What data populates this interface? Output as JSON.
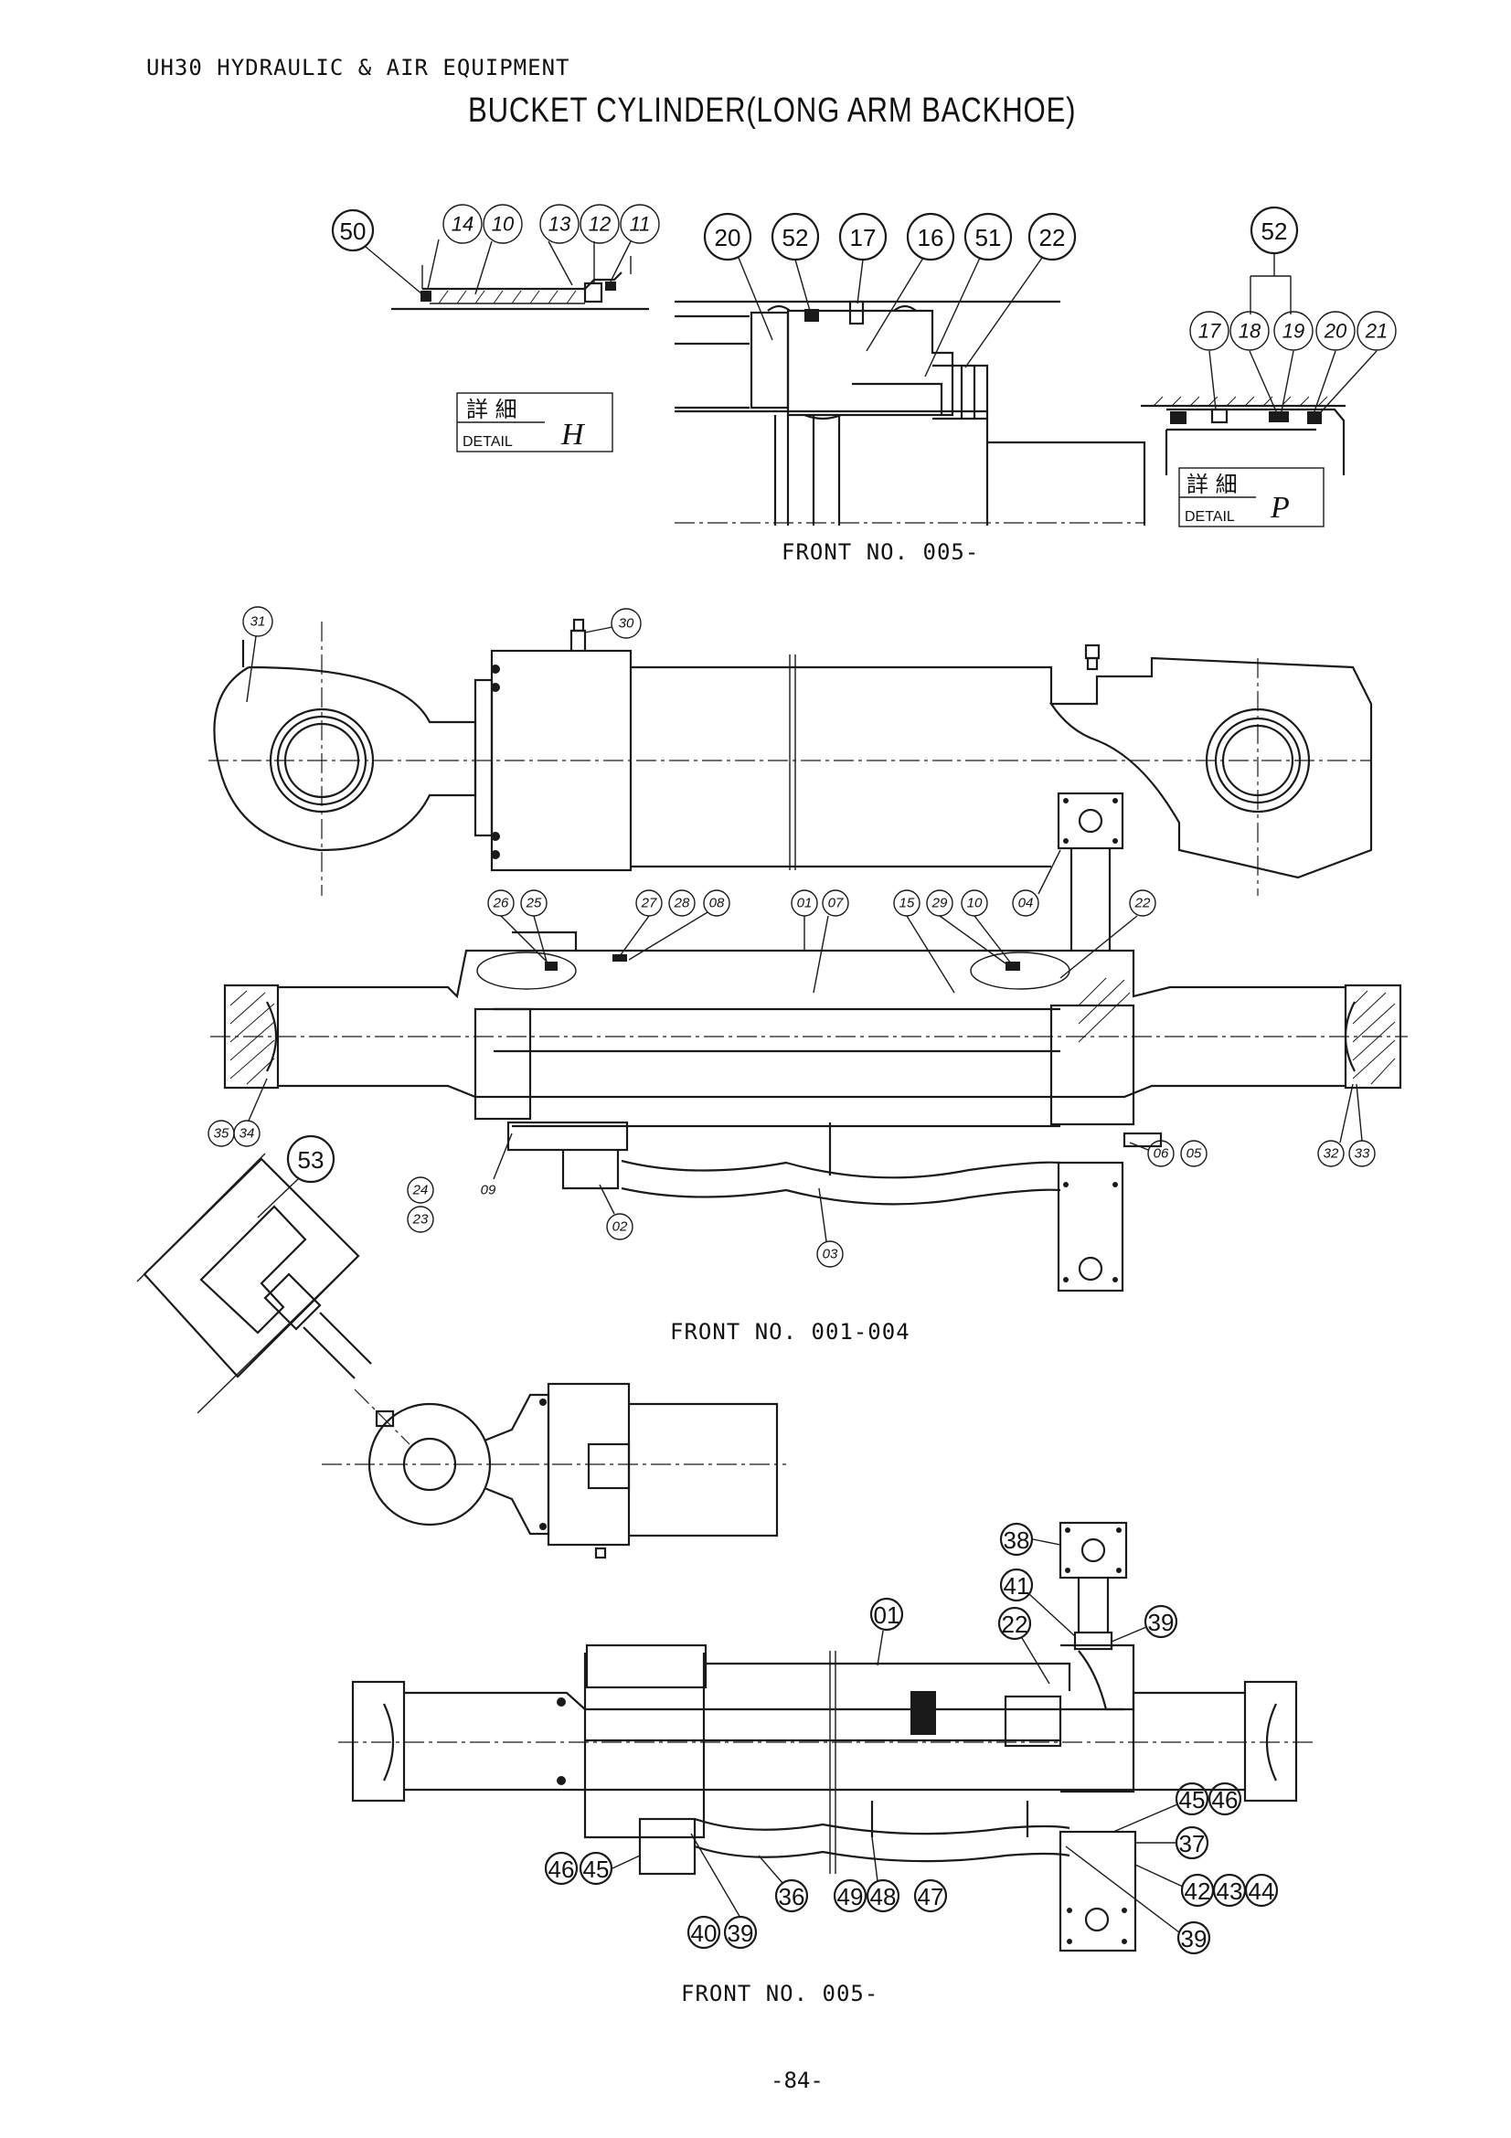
{
  "header": {
    "subtitle": "UH30 HYDRAULIC & AIR EQUIPMENT",
    "title": "BUCKET CYLINDER(LONG ARM BACKHOE)"
  },
  "details": {
    "h": {
      "kanji": "詳 細",
      "word": "DETAIL",
      "letter": "H"
    },
    "p": {
      "kanji": "詳 細",
      "word": "DETAIL",
      "letter": "P"
    }
  },
  "callouts": {
    "detail_h": [
      "50",
      "14",
      "10",
      "13",
      "12",
      "11"
    ],
    "rod_gland": [
      "20",
      "52",
      "17",
      "16",
      "51",
      "22"
    ],
    "detail_p_top": "52",
    "detail_p": [
      "17",
      "18",
      "19",
      "20",
      "21"
    ],
    "assembly_001_004": [
      "31",
      "30",
      "26",
      "25",
      "27",
      "28",
      "08",
      "01",
      "07",
      "15",
      "29",
      "10",
      "04",
      "22",
      "35",
      "34",
      "06",
      "05",
      "32",
      "33",
      "24",
      "23",
      "09",
      "02",
      "03"
    ],
    "view_53": "53",
    "assembly_005": [
      "38",
      "41",
      "39",
      "01",
      "22",
      "45",
      "46",
      "37",
      "42",
      "43",
      "44",
      "46",
      "45",
      "36",
      "49",
      "48",
      "47",
      "40",
      "39",
      "39"
    ]
  },
  "captions": {
    "top": "FRONT NO. 005-",
    "middle": "FRONT NO. 001-004",
    "bottom": "FRONT NO. 005-"
  },
  "page_number": "-84-"
}
